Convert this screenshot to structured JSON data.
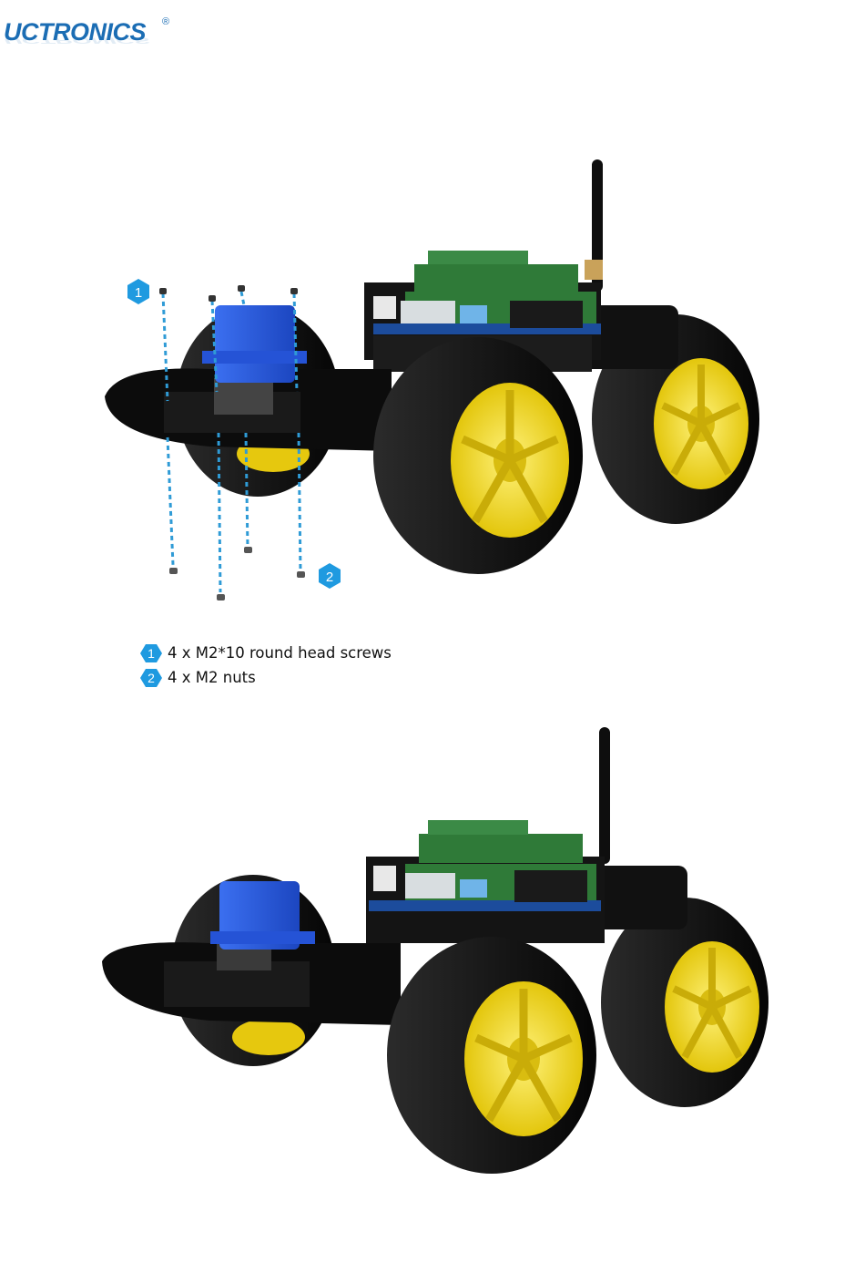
{
  "brand": {
    "name": "UCTRONICS",
    "registered": "®",
    "color": "#1b6db4"
  },
  "callouts": [
    {
      "number": "1",
      "badge_color": "#1f9ae0"
    },
    {
      "number": "2",
      "badge_color": "#1f9ae0"
    }
  ],
  "legend": [
    {
      "number": "1",
      "text": "4 x M2*10 round head screws"
    },
    {
      "number": "2",
      "text": "4 x M2 nuts"
    }
  ],
  "colors": {
    "wheel_hub": "#f4dc1c",
    "tire": "#141414",
    "servo": "#2a5ee0",
    "chassis": "#0c0c0c",
    "pcb_green": "#2f7a38",
    "pcb_blue": "#1c4c9c",
    "guide_line": "#2f9bd6"
  }
}
